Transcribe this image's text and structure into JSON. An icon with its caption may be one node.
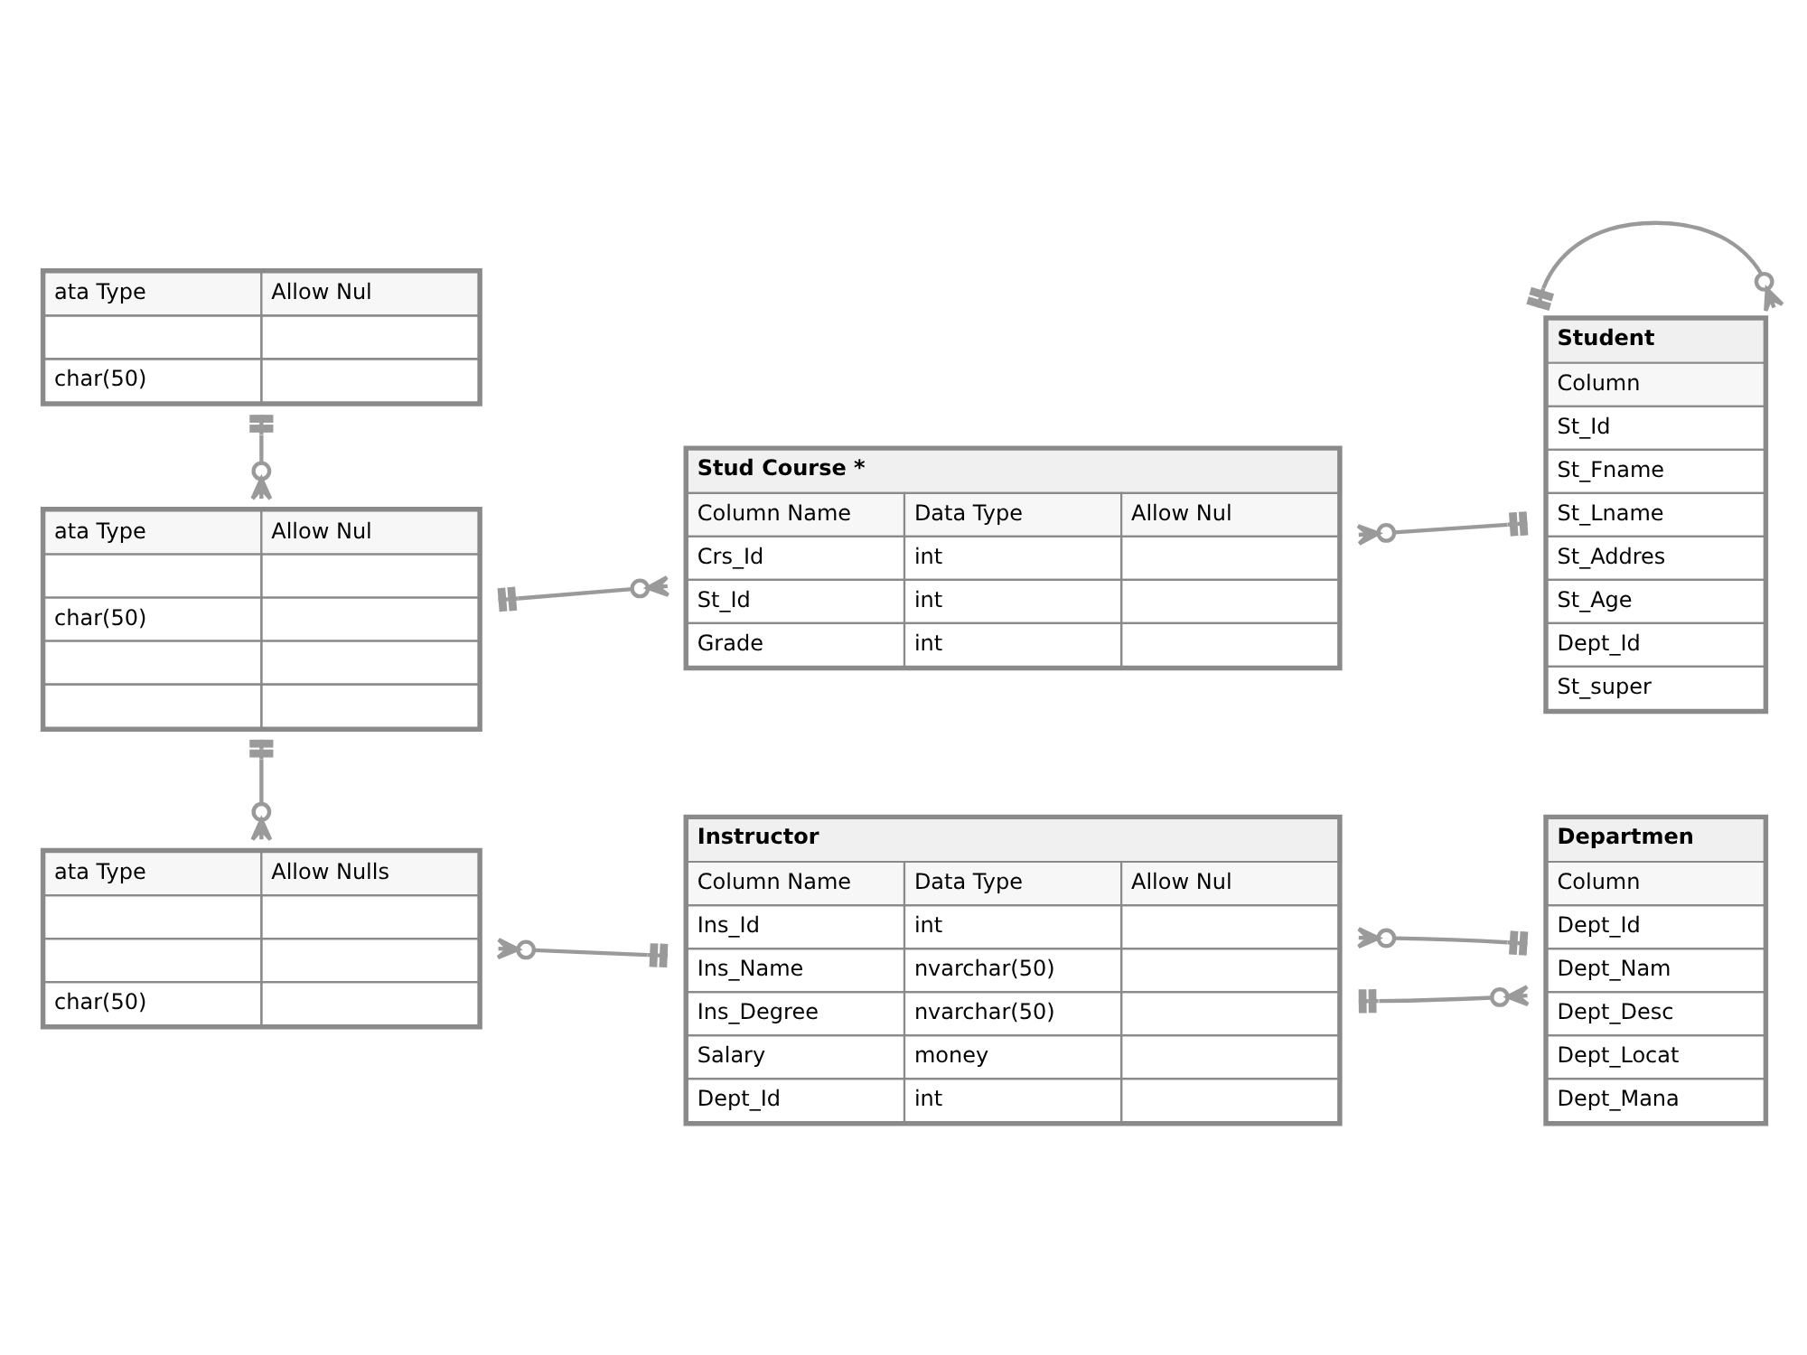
{
  "diagram": {
    "nodes": [
      {
        "text": [
          "ata Type",
          "Allow Nul",
          "char(50)"
        ]
      },
      {
        "text": [
          "Student",
          "Column",
          "St_Id",
          "St_Fname",
          "St_Lname",
          "St_Addres",
          "St_Age",
          "Dept_Id",
          "St_super"
        ]
      },
      {
        "text": [
          "ata Type",
          "Allow Nul",
          "char(50)"
        ]
      },
      {
        "text": [
          "Stud Course *",
          "Column Name",
          "Data Type",
          "Allow Nul",
          "Crs_Id",
          "int",
          "St_Id",
          "int",
          "Grade",
          "int"
        ]
      },
      {
        "text": [
          "Departmen",
          "Column",
          "Dept_Id",
          "Dept_Nam",
          "Dept_Desc",
          "Dept_Locat",
          "Dept_Mana"
        ]
      },
      {
        "text": [
          "Instructor",
          "Column Name",
          "Data Type",
          "Allow Nul",
          "Ins_Id",
          "int",
          "Ins_Name",
          "nvarchar(50)",
          "Ins_Degree",
          "nvarchar(50)",
          "Salary",
          "money",
          "Dept_Id",
          "int"
        ]
      },
      {
        "text": [
          "ata Type",
          "Allow Nulls",
          "char(50)"
        ]
      }
    ],
    "edges": [
      {
        "from": 0,
        "to": 2,
        "arrow": "other"
      },
      {
        "from": 1,
        "to": 1,
        "arrow": "other"
      },
      {
        "from": 2,
        "to": 3,
        "arrow": "other"
      },
      {
        "from": 1,
        "to": 3,
        "arrow": "other"
      },
      {
        "from": 2,
        "to": 6,
        "arrow": "other"
      },
      {
        "from": 5,
        "to": 6,
        "arrow": "other"
      },
      {
        "from": 4,
        "to": 5,
        "arrow": "other"
      },
      {
        "from": 5,
        "to": 4,
        "arrow": "other"
      }
    ]
  }
}
